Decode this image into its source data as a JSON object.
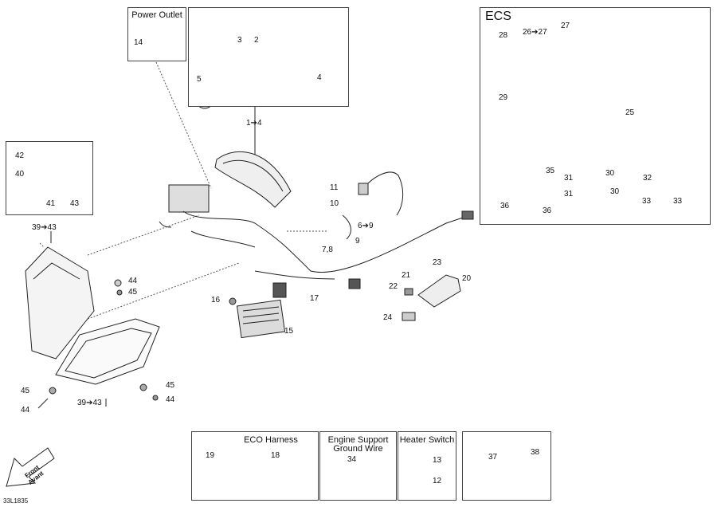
{
  "boxes": {
    "power_outlet": {
      "title": "Power Outlet",
      "callouts": [
        "14"
      ]
    },
    "gauge": {
      "callouts": [
        "3",
        "2",
        "5",
        "4"
      ]
    },
    "headlamp_box": {
      "callouts": [
        "42",
        "40",
        "41",
        "43"
      ]
    },
    "ecs": {
      "title": "ECS",
      "callouts": [
        "28",
        "26➔27",
        "27",
        "29",
        "25",
        "35",
        "31",
        "30",
        "31",
        "30",
        "32",
        "36",
        "36",
        "33",
        "33"
      ]
    },
    "eco_harness": {
      "title": "ECO Harness",
      "callouts": [
        "19",
        "18"
      ]
    },
    "engine_support": {
      "title_line1": "Engine Support",
      "title_line2": "Ground Wire",
      "callouts": [
        "34"
      ]
    },
    "heater_switch": {
      "title": "Heater Switch",
      "callouts": [
        "13",
        "12"
      ]
    },
    "bottom_right": {
      "callouts": [
        "37",
        "38"
      ]
    }
  },
  "main_callouts": {
    "c1_4": "1➔4",
    "c39_43_top": "39➔43",
    "c11": "11",
    "c10": "10",
    "c6_9": "6➔9",
    "c9": "9",
    "c7_8": "7,8",
    "c44_a": "44",
    "c45_a": "45",
    "c16": "16",
    "c17": "17",
    "c15": "15",
    "c23": "23",
    "c21": "21",
    "c20": "20",
    "c22": "22",
    "c24": "24",
    "c45_b": "45",
    "c45_c": "45",
    "c44_b": "44",
    "c44_c": "44",
    "c39_43_bot": "39➔43"
  },
  "front_arrow": {
    "line1": "Front",
    "line2": "Avant"
  },
  "doc_number": "33L1835"
}
